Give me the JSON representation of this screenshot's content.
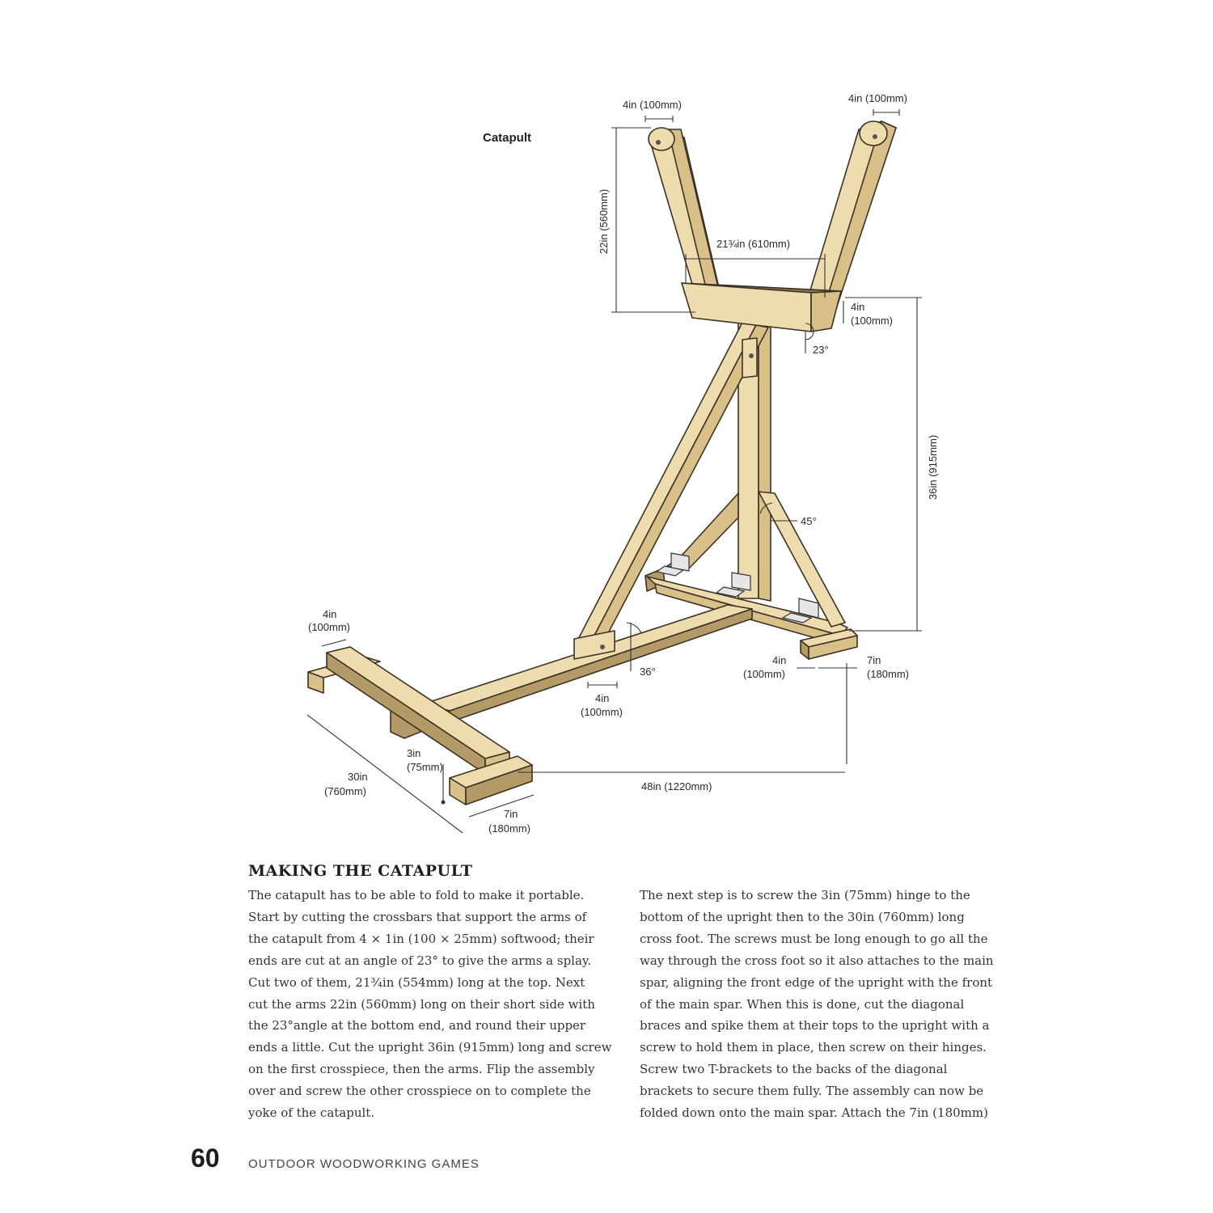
{
  "figure": {
    "title": "Catapult",
    "labels": {
      "arm_width_left": "4in (100mm)",
      "arm_width_right": "4in (100mm)",
      "arm_length": "22in (560mm)",
      "crossbar_length": "21¾in (610mm)",
      "crossbar_height_in": "4in",
      "crossbar_height_mm": "(100mm)",
      "arm_angle": "23°",
      "upright_height": "36in (915mm)",
      "brace_angle": "45°",
      "cross_foot_width_in": "4in",
      "cross_foot_width_mm": "(100mm)",
      "rear_block_width_in": "4in",
      "rear_block_width_mm": "(100mm)",
      "rear_block_length_in": "7in",
      "rear_block_length_mm": "(180mm)",
      "main_brace_angle": "36°",
      "spar_width_in": "4in",
      "spar_width_mm": "(100mm)",
      "hinge_in": "3in",
      "hinge_mm": "(75mm)",
      "cross_foot_length_in": "30in",
      "cross_foot_length_mm": "(760mm)",
      "front_block_length_in": "7in",
      "front_block_length_mm": "(180mm)",
      "spar_length": "48in (1220mm)"
    }
  },
  "section": {
    "heading": "MAKING THE CATAPULT",
    "left_lines": [
      "The catapult has to be able to fold to make it portable.",
      "Start by cutting the crossbars that support the arms of",
      "the catapult from 4 × 1in (100 × 25mm) softwood; their",
      "ends are cut at an angle of 23° to give the arms a splay.",
      "Cut two of them, 21³⁄₄in (554mm) long at the top. Next",
      "cut the arms 22in (560mm) long on their short side with",
      "the 23°angle at the bottom end, and round their upper",
      "ends a little. Cut the upright 36in (915mm) long and screw",
      "on the first crosspiece, then the arms. Flip the assembly",
      "over and screw the other crosspiece on to complete the",
      "yoke of the catapult."
    ],
    "right_lines": [
      "The next step is to screw the 3in (75mm) hinge to the",
      "bottom of the upright then to the 30in (760mm) long",
      "cross foot. The screws must be long enough to go all the",
      "way through the cross foot so it also attaches to the main",
      "spar, aligning the front edge of the upright with the front",
      "of the main spar. When this is done, cut the diagonal",
      "braces and spike them at their tops to the upright with a",
      "screw to hold them in place, then screw on their hinges.",
      "Screw two T-brackets to the backs of the diagonal",
      "brackets to secure them fully. The assembly can now be",
      "folded down onto the main spar. Attach the 7in (180mm)"
    ]
  },
  "footer": {
    "page_number": "60",
    "running_head": "OUTDOOR WOODWORKING GAMES"
  }
}
